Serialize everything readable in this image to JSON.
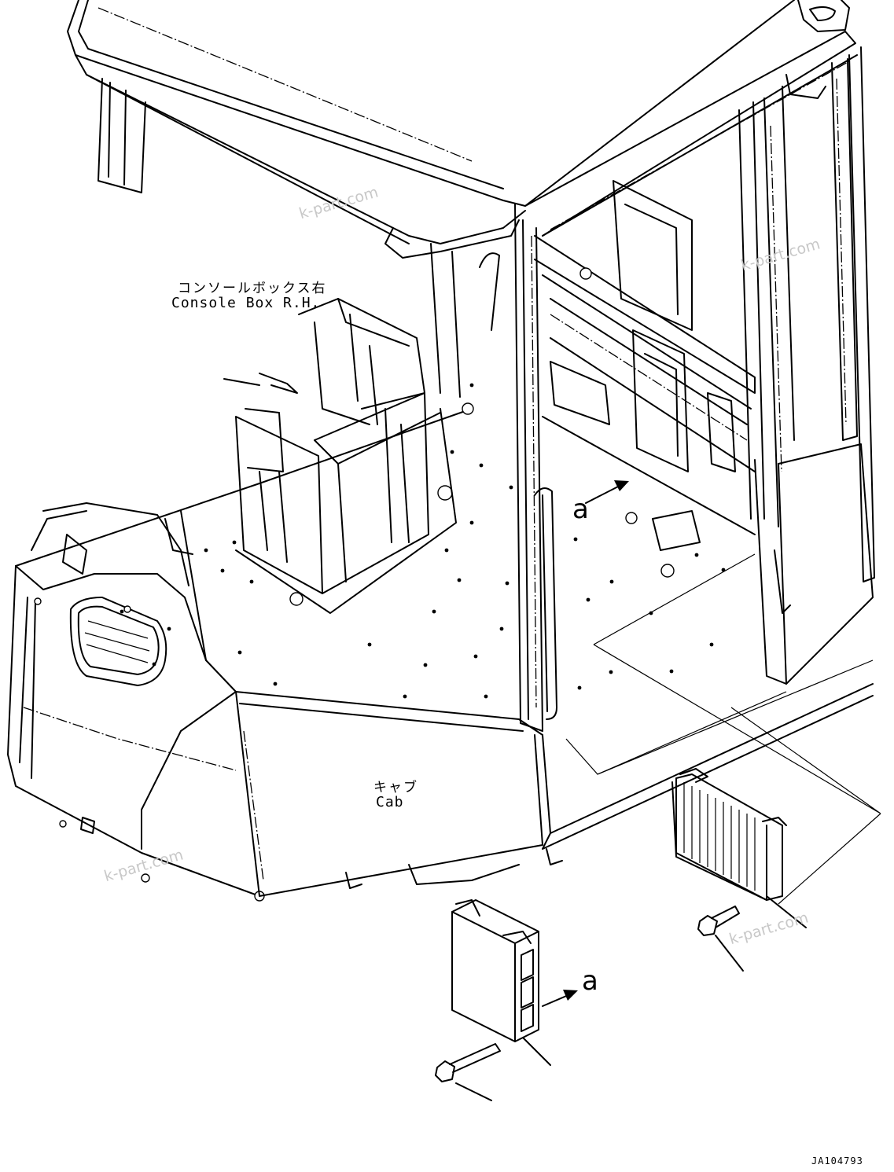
{
  "labels": {
    "console_box_jp": "コンソールボックス右",
    "console_box_en": "Console Box R.H.",
    "cab_jp": "キャブ",
    "cab_en": "Cab",
    "view_arrow_upper": "a",
    "view_arrow_lower": "a",
    "drawing_code": "JA104793"
  },
  "watermarks": [
    "k-part.com",
    "k-part.com",
    "k-part.com",
    "k-part.com"
  ]
}
